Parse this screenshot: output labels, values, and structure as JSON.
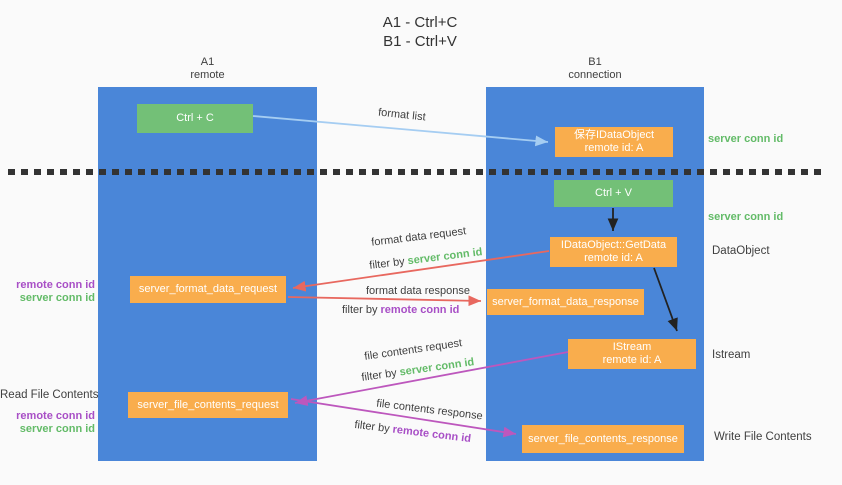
{
  "title": {
    "line1": "A1 - Ctrl+C",
    "line2": "B1 - Ctrl+V"
  },
  "lanes": {
    "a": {
      "name": "A1",
      "subtitle": "remote"
    },
    "b": {
      "name": "B1",
      "subtitle": "connection"
    }
  },
  "nodes": {
    "ctrl_c": {
      "label": "Ctrl + C"
    },
    "save_dataobject": {
      "line1": "保存IDataObject",
      "line2": "remote id: A"
    },
    "ctrl_v": {
      "label": "Ctrl + V"
    },
    "getdata": {
      "line1": "IDataObject::GetData",
      "line2": "remote id: A"
    },
    "format_request": {
      "label": "server_format_data_request"
    },
    "format_response": {
      "label": "server_format_data_response"
    },
    "istream": {
      "line1": "IStream",
      "line2": "remote id: A"
    },
    "file_request": {
      "label": "server_file_contents_request"
    },
    "file_response": {
      "label": "server_file_contents_response"
    }
  },
  "arrow_labels": {
    "format_list": "format list",
    "format_data_request": "format data request",
    "format_data_response": "format data response",
    "file_contents_request": "file contents request",
    "file_contents_response": "file contents response",
    "filter_by": "filter by ",
    "server_conn_id": "server conn id",
    "remote_conn_id": "remote conn id"
  },
  "annotations": {
    "right_server_conn_id_1": "server conn id",
    "right_server_conn_id_2": "server conn id",
    "right_dataobject": "DataObject",
    "right_istream": "Istream",
    "right_write_file_contents": "Write File Contents",
    "left_remote_conn_id_1": "remote conn id",
    "left_server_conn_id_1": "server conn id",
    "left_read_file_contents": "Read File Contents",
    "left_remote_conn_id_2": "remote conn id",
    "left_server_conn_id_2": "server conn id"
  },
  "colors": {
    "lane_blue": "#4a86d8",
    "node_green": "#73c077",
    "node_orange": "#f9ad4d",
    "arrow_light_blue": "#a5cdf2",
    "arrow_red": "#e8685f",
    "arrow_magenta": "#bd57bd",
    "arrow_black": "#222222",
    "id_green": "#63bb68",
    "id_purple": "#a84fc6",
    "text_gray": "#3f3f3f",
    "divider_dark": "#333333",
    "background": "#fafafa"
  }
}
